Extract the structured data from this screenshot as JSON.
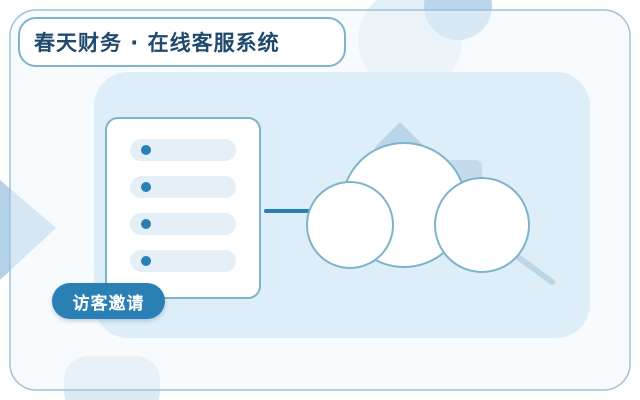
{
  "header": {
    "title": "春天财务 · 在线客服系统"
  },
  "actions": {
    "invite_label": "访客邀请"
  },
  "colors": {
    "accent": "#2a7fb4",
    "title_text": "#1f4a6e",
    "panel_fill": "#ddeef8",
    "outline": "#7fb3cc",
    "light_shape": "#c9dfee",
    "list_row": "#e4eff7"
  },
  "illustration": {
    "icons": [
      "server-list-icon",
      "cloud-icon",
      "connector-line"
    ],
    "list_rows": 4
  }
}
